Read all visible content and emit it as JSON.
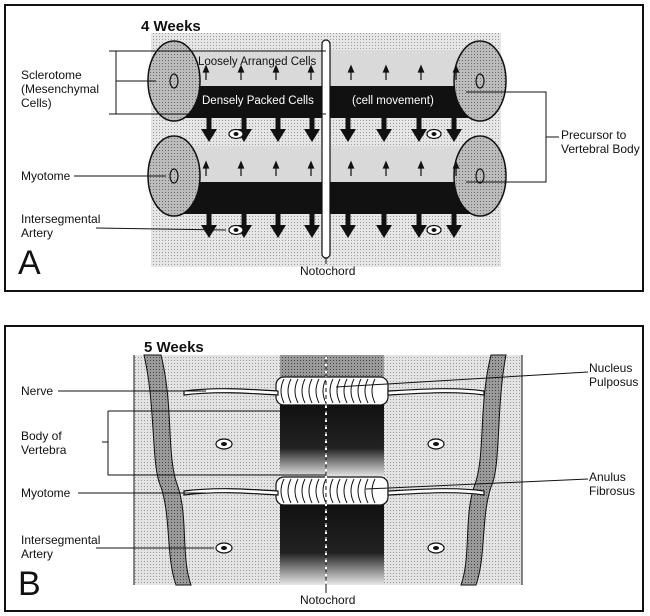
{
  "panel_a": {
    "letter": "A",
    "time": "4 Weeks",
    "labels": {
      "sclerotome": "Sclerotome\n(Mesenchymal\nCells)",
      "loosely": "Loosely Arranged Cells",
      "densely": "Densely Packed Cells",
      "movement": "(cell movement)",
      "precursor": "Precursor to\nVertebral Body",
      "myotome": "Myotome",
      "artery": "Intersegmental\nArtery",
      "notochord": "Notochord"
    }
  },
  "panel_b": {
    "letter": "B",
    "time": "5 Weeks",
    "labels": {
      "nerve": "Nerve",
      "nucleus": "Nucleus\nPulposus",
      "body": "Body of\nVertebra",
      "anulus": "Anulus\nFibrosus",
      "myotome": "Myotome",
      "artery": "Intersegmental\nArtery",
      "notochord": "Notochord"
    }
  }
}
